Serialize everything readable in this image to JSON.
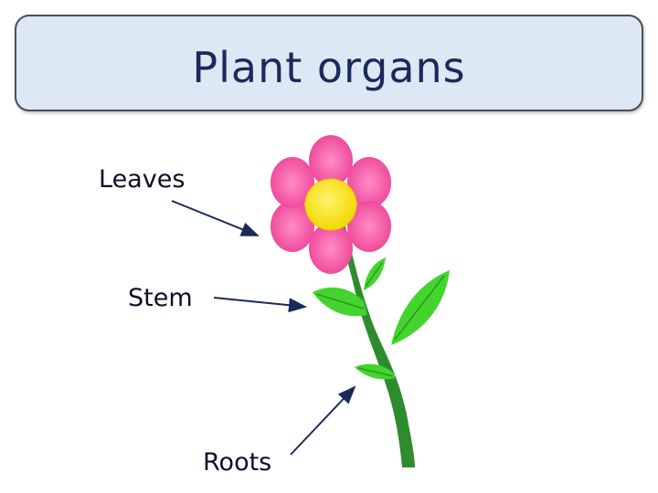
{
  "title": "Plant organs",
  "labels": {
    "leaves": "Leaves",
    "stem": "Stem",
    "roots": "Roots"
  },
  "colors": {
    "title_background": "#dde8f5",
    "title_text": "#1a2a5c",
    "petal": "#f4509e",
    "flower_center": "#f7e800",
    "stem": "#2e8b2e",
    "leaf": "#44d42e",
    "arrow": "#1a2a5c"
  }
}
